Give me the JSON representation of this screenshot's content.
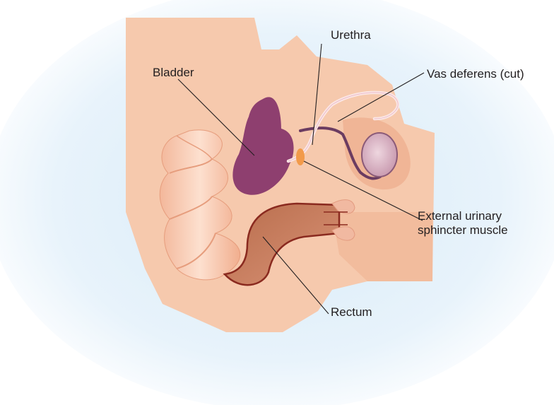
{
  "labels": {
    "urethra": "Urethra",
    "bladder": "Bladder",
    "vas_deferens": "Vas deferens (cut)",
    "sphincter_line1": "External urinary",
    "sphincter_line2": "sphincter muscle",
    "rectum": "Rectum"
  },
  "colors": {
    "background_glow": "#dcedf8",
    "skin": "#f6c9ad",
    "skin_shade": "#eeb08f",
    "tissue_deep": "#f1a98a",
    "bladder": "#8e3f6f",
    "rectum_fill": "#c8764e",
    "rectum_outline": "#8a2a1f",
    "vas": "#6b3c61",
    "urethra": "#fbe7e6",
    "sphincter": "#f29a4a",
    "testis": "#d8b1c3",
    "leader_line": "#231f20"
  }
}
